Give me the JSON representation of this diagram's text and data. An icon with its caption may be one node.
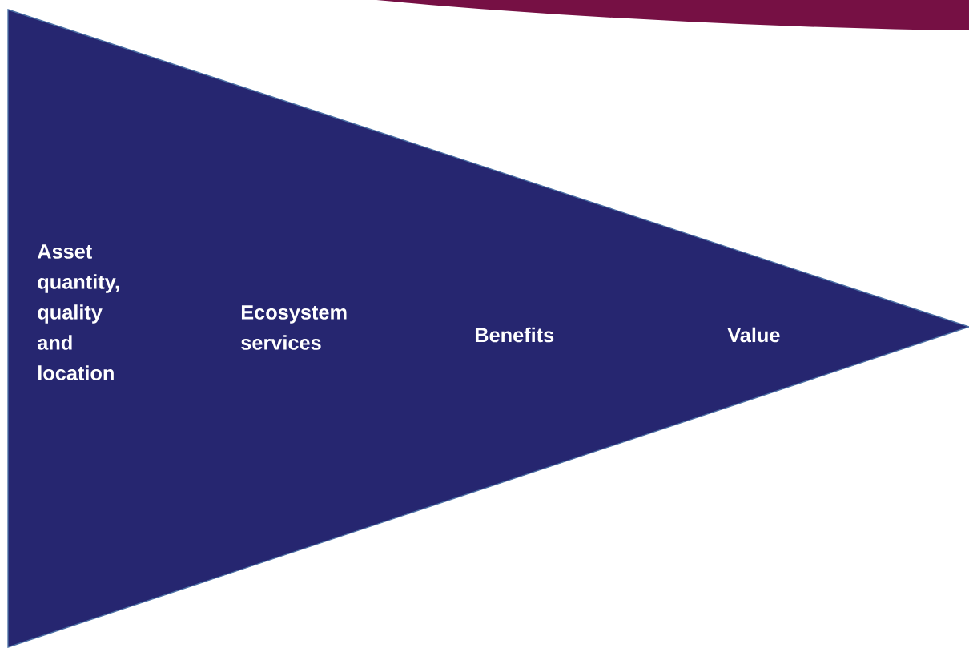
{
  "diagram": {
    "nodes": [
      {
        "text": [
          "Asset quantity, quality and location",
          "Ecosystem services",
          "Benefits",
          "Value"
        ]
      }
    ]
  }
}
